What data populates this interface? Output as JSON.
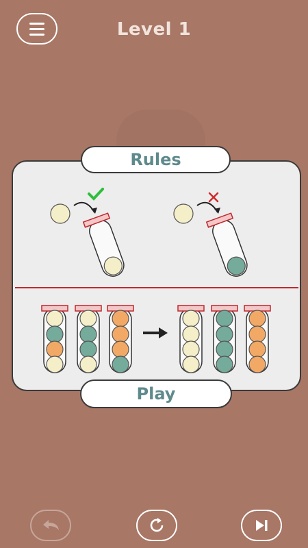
{
  "header": {
    "title": "Level 1",
    "menu_icon": "hamburger-menu-icon"
  },
  "rules_panel": {
    "title": "Rules",
    "correct_icon": "check-icon",
    "wrong_icon": "cross-icon",
    "arrow_icon": "right-arrow-icon",
    "colors": {
      "cream": "#f4eec9",
      "teal": "#74ab9b",
      "orange": "#f2a965",
      "divider": "#c2272d",
      "check": "#2dbe3c",
      "cross": "#d02a2a"
    }
  },
  "play_button": {
    "label": "Play"
  },
  "bottom_bar": {
    "undo_icon": "undo-icon",
    "restart_icon": "restart-icon",
    "skip_icon": "skip-icon"
  }
}
